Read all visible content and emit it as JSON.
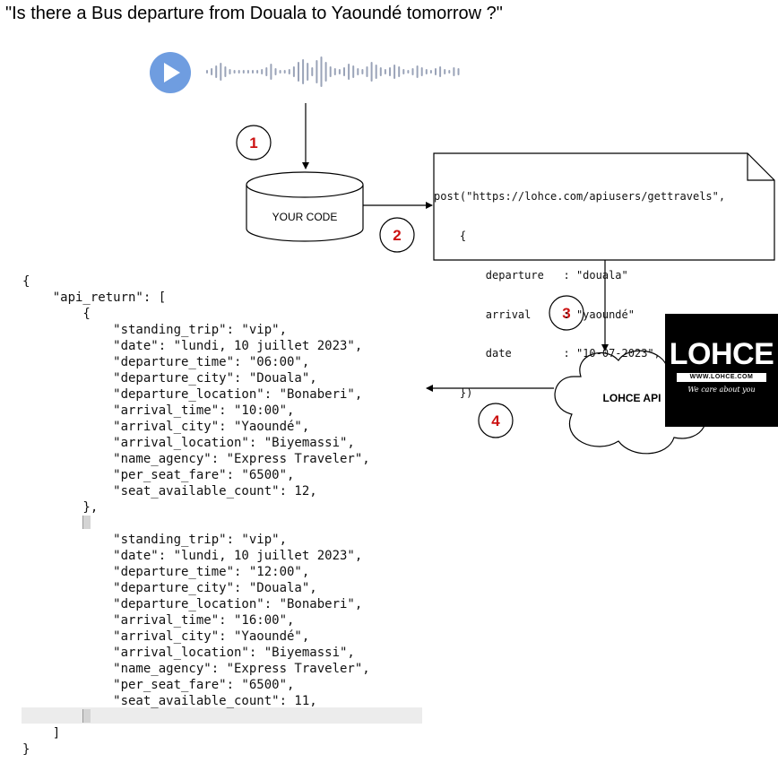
{
  "question": "\"Is there a Bus departure from Douala to Yaoundé tomorrow ?\"",
  "audio": {
    "icon": "play-icon"
  },
  "steps": [
    "1",
    "2",
    "3",
    "4"
  ],
  "nodes": {
    "your_code": "YOUR CODE",
    "lohce_api": "LOHCE API"
  },
  "request_code": [
    "post(\"https://lohce.com/apiusers/gettravels\",",
    "    {",
    "        departure   : \"douala\"",
    "        arrival     : \"yaoundé\"",
    "        date        : \"10-07-2023\",",
    "    })"
  ],
  "logo": {
    "brand": "LOHCE",
    "url": "WWW.LOHCE.COM",
    "slogan": "We care about you"
  },
  "json_lines": [
    "{",
    "    \"api_return\": [",
    "        {",
    "            \"standing_trip\": \"vip\",",
    "            \"date\": \"lundi, 10 juillet 2023\",",
    "            \"departure_time\": \"06:00\",",
    "            \"departure_city\": \"Douala\",",
    "            \"departure_location\": \"Bonaberi\",",
    "            \"arrival_time\": \"10:00\",",
    "            \"arrival_city\": \"Yaoundé\",",
    "            \"arrival_location\": \"Biyemassi\",",
    "            \"name_agency\": \"Express Traveler\",",
    "            \"per_seat_fare\": \"6500\",",
    "            \"seat_available_count\": 12,",
    "        },",
    "        ",
    "            \"standing_trip\": \"vip\",",
    "            \"date\": \"lundi, 10 juillet 2023\",",
    "            \"departure_time\": \"12:00\",",
    "            \"departure_city\": \"Douala\",",
    "            \"departure_location\": \"Bonaberi\",",
    "            \"arrival_time\": \"16:00\",",
    "            \"arrival_city\": \"Yaoundé\",",
    "            \"arrival_location\": \"Biyemassi\",",
    "            \"name_agency\": \"Express Traveler\",",
    "            \"per_seat_fare\": \"6500\",",
    "            \"seat_available_count\": 11,",
    "        ",
    "    ]",
    "}"
  ],
  "colors": {
    "play_button": "#6f9de0",
    "step_number": "#cc1111",
    "waveform": "#9aa3b8",
    "logo_bg": "#000000"
  }
}
